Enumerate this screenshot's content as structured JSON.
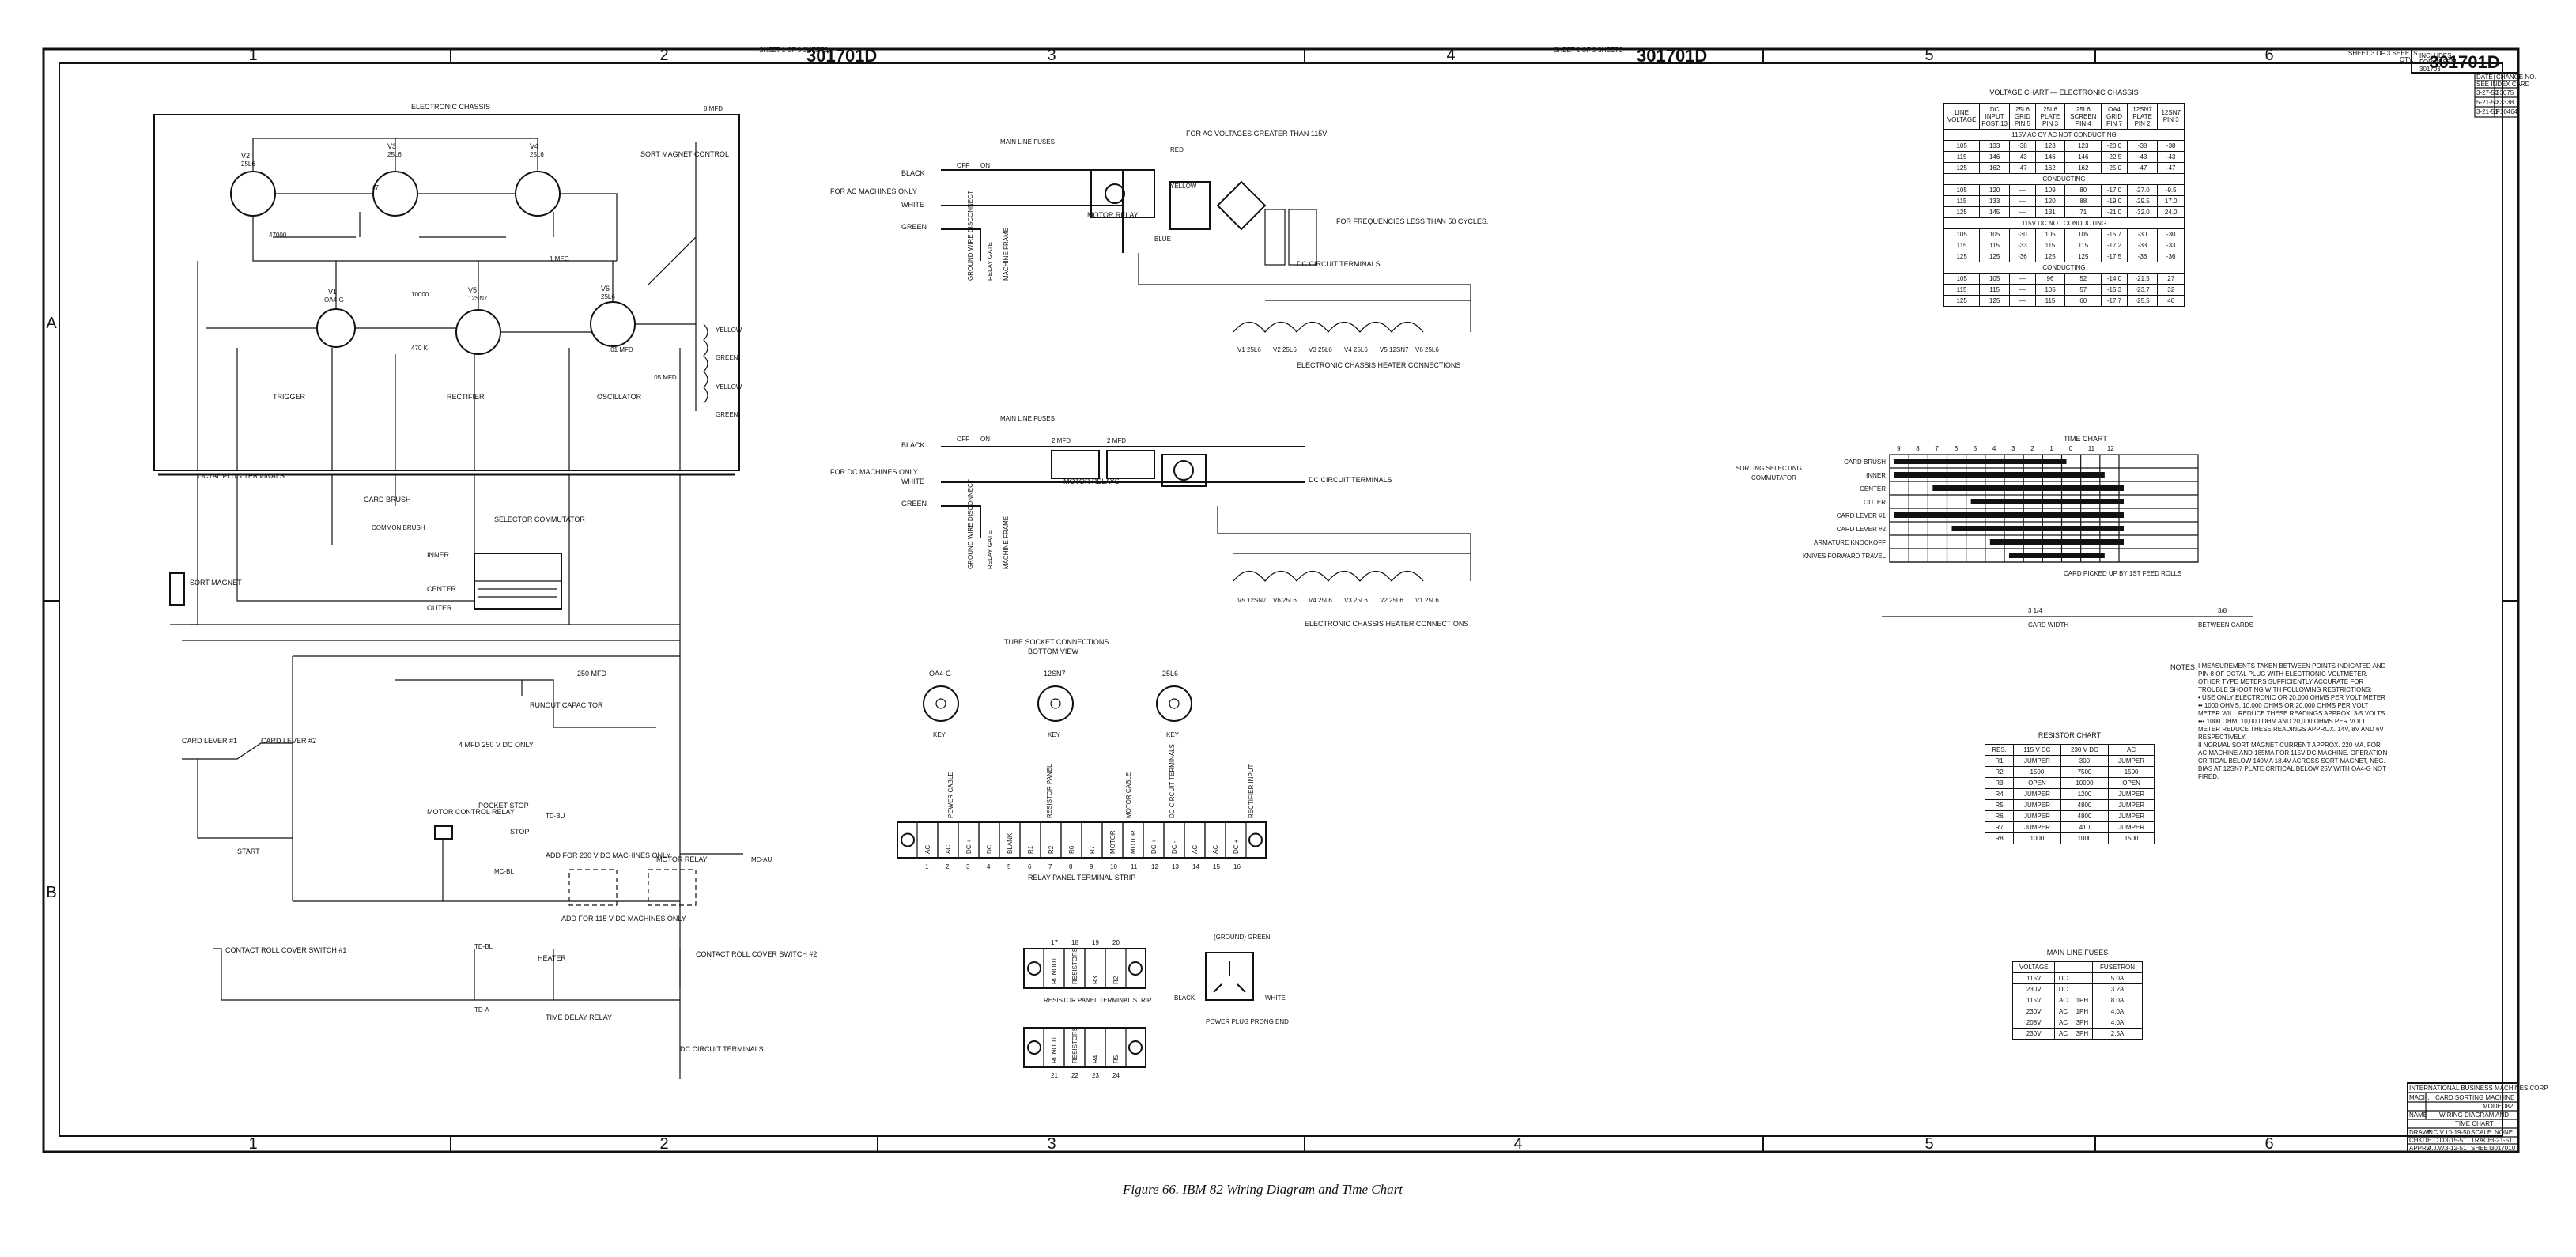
{
  "title_block": {
    "company": "INTERNATIONAL BUSINESS MACHINES CORP.",
    "mach_label": "MACH.",
    "mach": "CARD SORTING MACHINE",
    "model_label": "MODEL",
    "model": "082",
    "name_label": "NAME",
    "name1": "WIRING DIAGRAM AND",
    "name2": "TIME CHART",
    "rows": [
      [
        "DRAWN",
        "E.C.V.",
        "10-19-50",
        "SCALE",
        "NONE"
      ],
      [
        "CHKD",
        "E.C.D.",
        "3-15-51",
        "TRACE",
        "3-21-51"
      ],
      [
        "APPRD",
        "A.J.W.",
        "3-12-51",
        "SHEET",
        "3017010"
      ]
    ],
    "sheet_note": "SHEET 3 OF 3 SHEETS",
    "includes_label": "INCLUDES",
    "for_assem_label": "FOR ASSEM.",
    "for_assem_value": "301703",
    "qty_label": "QTY.",
    "drawing_no": "301701D",
    "revisions_head": [
      "DATE",
      "CHANGE NO."
    ],
    "revisions_sub": "SEE INDEX CARD",
    "revisions": [
      [
        "3-27-50",
        "33075"
      ],
      [
        "5-21-50",
        "33338"
      ],
      [
        "3-21-51",
        "F10464"
      ]
    ]
  },
  "sheet_marks": [
    {
      "text": "SHEET 1 OF 3 SHEETS",
      "number": "301701D"
    },
    {
      "text": "SHEET 2 OF 3 SHEETS",
      "number": "301701D"
    }
  ],
  "zones_top": [
    "1",
    "2",
    "3",
    "4",
    "5",
    "6"
  ],
  "zones_side": [
    "A",
    "B"
  ],
  "caption": "Figure 66. IBM 82 Wiring Diagram and Time Chart",
  "main_schematic": {
    "chassis_label": "ELECTRONIC CHASSIS",
    "sort_magnet_control": "SORT MAGNET CONTROL",
    "tubes": [
      {
        "id": "V2",
        "type": "25L6"
      },
      {
        "id": "V3",
        "type": "25L6"
      },
      {
        "id": "V4",
        "type": "25L6"
      },
      {
        "id": "V1",
        "type": "OA4-G"
      },
      {
        "id": "V5",
        "type": "12SN7"
      },
      {
        "id": "V6",
        "type": "25L6"
      }
    ],
    "labels": {
      "trigger": "TRIGGER",
      "rectifier": "RECTIFIER",
      "oscillator": "OSCILLATOR",
      "octal_plug": "OCTAL PLUG TERMINALS",
      "card_brush": "CARD BRUSH",
      "common_brush": "COMMON BRUSH",
      "selector_commutator": "SELECTOR COMMUTATOR",
      "inner": "INNER",
      "center": "CENTER",
      "outer": "OUTER",
      "sort_magnet": "SORT MAGNET",
      "runout_capacitor": "RUNOUT CAPACITOR",
      "card_lever_1": "CARD LEVER #1",
      "card_lever_2": "CARD LEVER #2",
      "start": "START",
      "motor_control_relay": "MOTOR CONTROL RELAY",
      "pocket_stop": "POCKET STOP",
      "stop": "STOP",
      "add_230": "ADD FOR 230 V DC MACHINES ONLY",
      "add_115": "ADD FOR 115 V DC MACHINES ONLY",
      "motor_relay": "MOTOR RELAY",
      "heater": "HEATER",
      "time_delay_relay": "TIME DELAY RELAY",
      "contact_roll_cover_1": "CONTACT ROLL COVER SWITCH #1",
      "contact_roll_cover_2": "CONTACT ROLL COVER SWITCH #2",
      "dc_circuit_terminals": "DC CIRCUIT TERMINALS",
      "mfd_4": "4 MFD 250 V DC ONLY",
      "mfd_250": "250 MFD",
      "yellow": "YELLOW",
      "green": "GREEN",
      "mfd_8": "8 MFD",
      "mfd_05": ".05 MFD",
      "mfd_01": ".01 MFD",
      "r47000": "47000",
      "r10000": "10000",
      "r470k": "470 K",
      "r1meg": "1 MEG",
      "r47": "47",
      "td_bl": "TD-BL",
      "td_bu": "TD-BU",
      "td_a": "TD-A",
      "mc_bl": "MC-BL",
      "mc_au": "MC-AU"
    }
  },
  "ac_circuit": {
    "for_machines": "FOR AC MACHINES ONLY",
    "black": "BLACK",
    "white": "WHITE",
    "green": "GREEN",
    "main_line_fuses": "MAIN LINE FUSES",
    "off": "OFF",
    "on": "ON",
    "ground_wire_disconnect": "GROUND WIRE DISCONNECT",
    "relay_gate": "RELAY GATE",
    "machine_frame": "MACHINE FRAME",
    "motor_relay": "MOTOR RELAY",
    "for_ac_voltages": "FOR AC VOLTAGES GREATER THAN 115V",
    "for_frequencies": "FOR FREQUENCIES LESS THAN 50 CYCLES.",
    "dc_circuit_terminals": "DC CIRCUIT TERMINALS",
    "heater_connections": "ELECTRONIC CHASSIS HEATER CONNECTIONS",
    "red": "RED",
    "yellow": "YELLOW",
    "blue": "BLUE",
    "heaters": [
      "V1 25L6",
      "V2 25L6",
      "V3 25L6",
      "V4 25L6",
      "V5 12SN7",
      "V6 25L6"
    ]
  },
  "dc_circuit": {
    "for_machines": "FOR DC MACHINES ONLY",
    "black": "BLACK",
    "white": "WHITE",
    "green": "GREEN",
    "main_line_fuses": "MAIN LINE FUSES",
    "off": "OFF",
    "on": "ON",
    "mfd_left": "2 MFD",
    "mfd_right": "2 MFD",
    "motor_relays": "MOTOR RELAYS",
    "dc_circuit_terminals": "DC CIRCUIT TERMINALS",
    "ground_wire_disconnect": "GROUND WIRE DISCONNECT",
    "relay_gate": "RELAY GATE",
    "machine_frame": "MACHINE FRAME",
    "heater_connections": "ELECTRONIC CHASSIS HEATER CONNECTIONS",
    "heaters": [
      "V5 12SN7",
      "V6 25L6",
      "V4 25L6",
      "V3 25L6",
      "V2 25L6",
      "V1 25L6"
    ]
  },
  "tube_sockets": {
    "title": "TUBE SOCKET CONNECTIONS",
    "subtitle": "BOTTOM VIEW",
    "key": "KEY",
    "sockets": [
      "OA4-G",
      "12SN7",
      "25L6"
    ]
  },
  "relay_strip": {
    "title": "RELAY PANEL TERMINAL STRIP",
    "groups": [
      "POWER CABLE",
      "RESISTOR PANEL",
      "MOTOR CABLE",
      "DC CIRCUIT TERMINALS",
      "RECTIFIER INPUT"
    ],
    "cells": [
      "AC",
      "AC",
      "DC +",
      "DC",
      "BLANK",
      "R1",
      "R2",
      "R6",
      "R7",
      "MOTOR",
      "MOTOR",
      "DC +",
      "DC -",
      "AC",
      "AC",
      "DC +"
    ],
    "numbers": [
      "1",
      "2",
      "3",
      "4",
      "5",
      "6",
      "7",
      "8",
      "9",
      "10",
      "11",
      "12",
      "13",
      "14",
      "15",
      "16"
    ]
  },
  "resistor_strip": {
    "title": "RESISTOR PANEL TERMINAL STRIP",
    "top_numbers": [
      "17",
      "18",
      "19",
      "20"
    ],
    "top_cells": [
      "RUNOUT",
      "RESISTORS",
      "R3",
      "R2"
    ],
    "bottom_numbers": [
      "21",
      "22",
      "23",
      "24"
    ],
    "bottom_cells": [
      "RUNOUT",
      "RESISTORS",
      "R4",
      "R5"
    ]
  },
  "power_plug": {
    "title": "POWER PLUG PRONG END",
    "ground": "(GROUND) GREEN",
    "black": "BLACK",
    "white": "WHITE"
  },
  "voltage_chart": {
    "title": "VOLTAGE CHART — ELECTRONIC CHASSIS",
    "headers": [
      "LINE VOLTAGE",
      "DC INPUT POST 13",
      "25L6 GRID PIN 5",
      "25L6 PLATE PIN 3",
      "25L6 SCREEN PIN 4",
      "OA4 GRID PIN 7",
      "12SN7 PLATE PIN 2",
      "12SN7 PIN 3"
    ],
    "sections": [
      {
        "label": "115V AC CY AC NOT CONDUCTING",
        "rows": [
          [
            "105",
            "133",
            "-38",
            "123",
            "123",
            "-20.0",
            "-38",
            "-38"
          ],
          [
            "115",
            "146",
            "-43",
            "146",
            "146",
            "-22.5",
            "-43",
            "-43"
          ],
          [
            "125",
            "162",
            "-47",
            "162",
            "162",
            "-25.0",
            "-47",
            "-47"
          ]
        ]
      },
      {
        "label": "CONDUCTING",
        "rows": [
          [
            "105",
            "120",
            "—",
            "109",
            "80",
            "-17.0",
            "-27.0",
            "-9.5"
          ],
          [
            "115",
            "133",
            "—",
            "120",
            "88",
            "-19.0",
            "-29.5",
            "17.0"
          ],
          [
            "125",
            "145",
            "—",
            "131",
            "71",
            "-21.0",
            "-32.0",
            "24.0"
          ]
        ]
      },
      {
        "label": "115V DC NOT CONDUCTING",
        "rows": [
          [
            "105",
            "105",
            "-30",
            "105",
            "105",
            "-15.7",
            "-30",
            "-30"
          ],
          [
            "115",
            "115",
            "-33",
            "115",
            "115",
            "-17.2",
            "-33",
            "-33"
          ],
          [
            "125",
            "125",
            "-36",
            "125",
            "125",
            "-17.5",
            "-36",
            "-36"
          ]
        ]
      },
      {
        "label": "CONDUCTING",
        "rows": [
          [
            "105",
            "105",
            "—",
            "96",
            "52",
            "-14.0",
            "-21.5",
            "27"
          ],
          [
            "115",
            "115",
            "—",
            "105",
            "57",
            "-15.3",
            "-23.7",
            "32"
          ],
          [
            "125",
            "125",
            "—",
            "115",
            "60",
            "-17.7",
            "-25.5",
            "40"
          ]
        ]
      }
    ]
  },
  "time_chart": {
    "title": "TIME CHART",
    "ticks": [
      "9",
      "8",
      "7",
      "6",
      "5",
      "4",
      "3",
      "2",
      "1",
      "0",
      "11",
      "12"
    ],
    "rows": [
      "CARD BRUSH",
      "INNER",
      "CENTER",
      "OUTER",
      "CARD LEVER #1",
      "CARD LEVER #2",
      "ARMATURE KNOCKOFF",
      "KNIVES FORWARD TRAVEL"
    ],
    "group_label": "SORTING SELECTING COMMUTATOR",
    "card_picked": "CARD PICKED UP BY 1ST FEED ROLLS",
    "card_width": "CARD WIDTH",
    "between_cards": "BETWEEN CARDS",
    "fraction_left": "3 1/4",
    "fraction_right": "3/8"
  },
  "notes": {
    "label": "NOTES",
    "items": [
      "I  MEASUREMENTS TAKEN BETWEEN POINTS INDICATED AND PIN 8 OF OCTAL PLUG WITH ELECTRONIC VOLTMETER. OTHER TYPE METERS SUFFICIENTLY ACCURATE FOR TROUBLE SHOOTING WITH FOLLOWING RESTRICTIONS:",
      "   • USE ONLY ELECTRONIC OR 20,000 OHMS PER VOLT METER",
      "   •• 1000 OHMS, 10,000 OHMS OR 20,000 OHMS PER VOLT METER WILL REDUCE THESE READINGS APPROX. 3-5 VOLTS.",
      "   ••• 1000 OHM, 10,000 OHM AND 20,000 OHMS PER VOLT METER REDUCE THESE READINGS APPROX. 14V, 8V AND 6V RESPECTIVELY.",
      "II  NORMAL SORT MAGNET CURRENT APPROX. 220 MA. FOR AC MACHINE AND 185MA FOR 115V DC MACHINE. OPERATION CRITICAL BELOW 140MA 18.4V ACROSS SORT MAGNET, NEG. BIAS AT 12SN7 PLATE CRITICAL BELOW 25V WITH OA4-G NOT FIRED."
    ]
  },
  "resistor_chart": {
    "title": "RESISTOR CHART",
    "headers": [
      "RES.",
      "115 V DC",
      "230 V DC",
      "AC"
    ],
    "rows": [
      [
        "R1",
        "JUMPER",
        "300",
        "JUMPER"
      ],
      [
        "R2",
        "1500",
        "7500",
        "1500"
      ],
      [
        "R3",
        "OPEN",
        "10000",
        "OPEN"
      ],
      [
        "R4",
        "JUMPER",
        "1200",
        "JUMPER"
      ],
      [
        "R5",
        "JUMPER",
        "4800",
        "JUMPER"
      ],
      [
        "R6",
        "JUMPER",
        "4800",
        "JUMPER"
      ],
      [
        "R7",
        "JUMPER",
        "410",
        "JUMPER"
      ],
      [
        "R8",
        "1000",
        "1000",
        "1500"
      ]
    ]
  },
  "fuses_chart": {
    "title": "MAIN LINE FUSES",
    "headers": [
      "VOLTAGE",
      "",
      "",
      "FUSETRON"
    ],
    "rows": [
      [
        "115V",
        "DC",
        "",
        "5.0A"
      ],
      [
        "230V",
        "DC",
        "",
        "3.2A"
      ],
      [
        "115V",
        "AC",
        "1PH",
        "8.0A"
      ],
      [
        "230V",
        "AC",
        "1PH",
        "4.0A"
      ],
      [
        "208V",
        "AC",
        "3PH",
        "4.0A"
      ],
      [
        "230V",
        "AC",
        "3PH",
        "2.5A"
      ]
    ]
  }
}
